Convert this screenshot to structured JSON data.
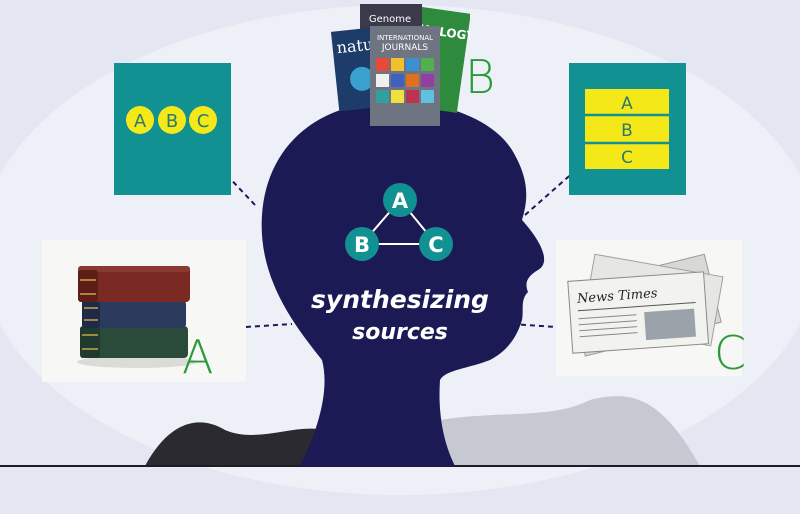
{
  "head": {
    "line1": "synthesizing",
    "line2": "sources"
  },
  "triangle_nodes": [
    "A",
    "B",
    "C"
  ],
  "circles_panel": {
    "items": [
      "A",
      "B",
      "C"
    ]
  },
  "table_panel": {
    "rows": [
      "A",
      "B",
      "C"
    ]
  },
  "source_labels": {
    "books": "A",
    "journals": "B",
    "newspapers": "C"
  },
  "journals": {
    "cover_nature": "nature",
    "cover_genome": "Genome",
    "cover_pathology": "PATHOLOGY",
    "cover_intl_line1": "INTERNATIONAL",
    "cover_intl_line2": "JOURNALS"
  },
  "newspaper": {
    "masthead": "News Times"
  },
  "colors": {
    "background": "#e4e7f1",
    "ellipse": "#eef0f8",
    "head": "#1b1a55",
    "teal": "#119191",
    "yellow": "#f5e819",
    "green_label": "#2a9a3a"
  }
}
